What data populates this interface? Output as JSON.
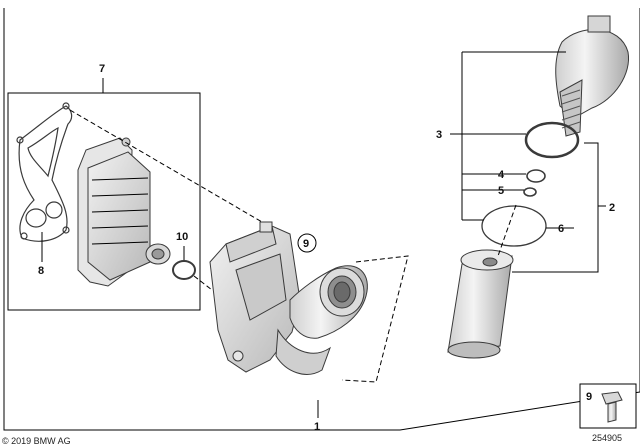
{
  "callouts": {
    "c1": "1",
    "c2": "2",
    "c3": "3",
    "c4": "4",
    "c5": "5",
    "c6": "6",
    "c7": "7",
    "c8": "8",
    "c9": "9",
    "c10": "10"
  },
  "inset": {
    "label": "9"
  },
  "footer": {
    "copyright": "© 2019 BMW AG",
    "diagram_number": "254905"
  },
  "colors": {
    "part_fill": "#ececec",
    "part_shade": "#bdbdbd",
    "part_stroke": "#3a3a3a",
    "line": "#000000"
  }
}
